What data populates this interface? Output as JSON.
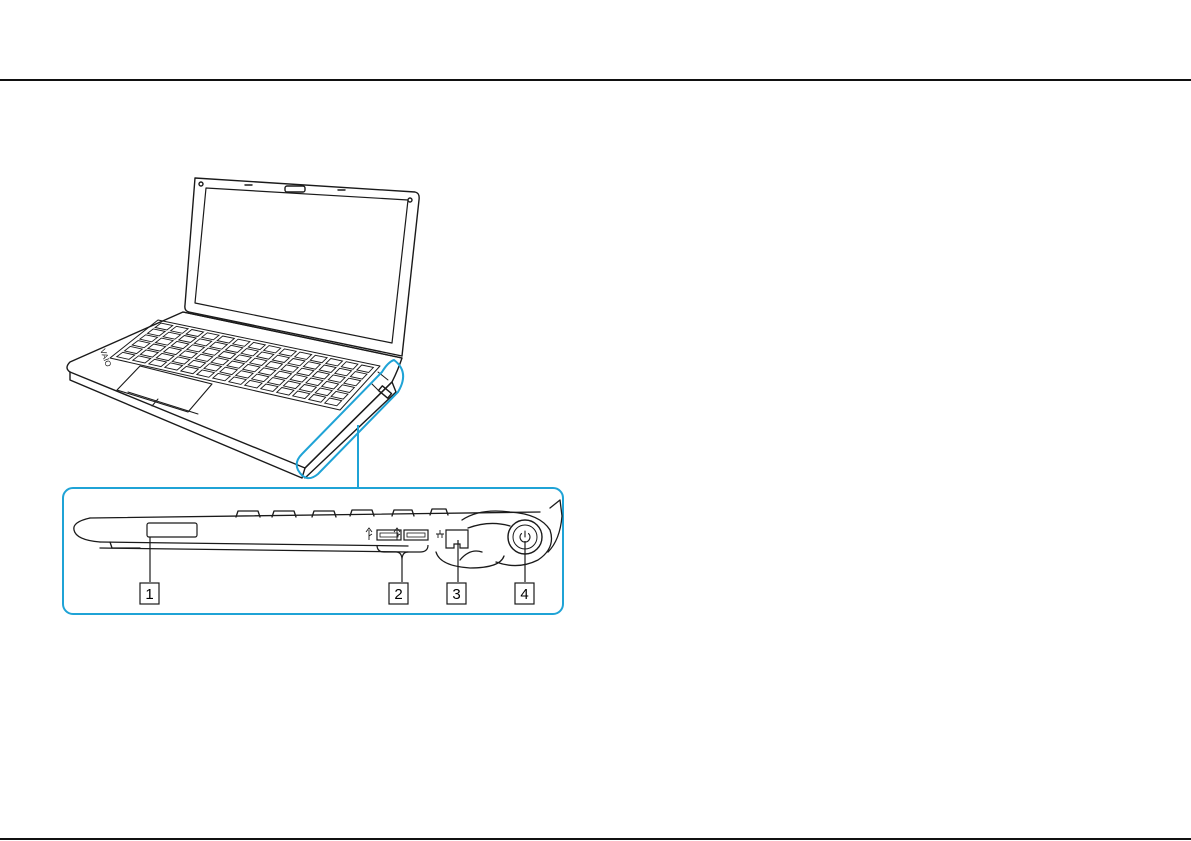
{
  "figure": {
    "callouts": [
      {
        "number": "1"
      },
      {
        "number": "2"
      },
      {
        "number": "3"
      },
      {
        "number": "4"
      }
    ],
    "brand_mark": "VAIO",
    "colors": {
      "highlight": "#1fa3d6",
      "line": "#1a1a1a",
      "background": "#ffffff"
    },
    "icons": [
      "usb-icon",
      "usb-icon",
      "network-icon",
      "power-icon"
    ]
  }
}
